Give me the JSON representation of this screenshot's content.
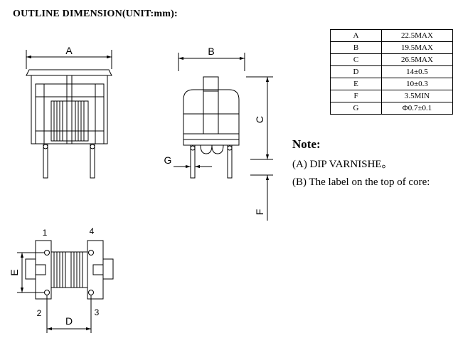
{
  "title": "OUTLINE DIMENSION(UNIT:mm):",
  "dimensions": [
    {
      "label": "A",
      "value": "22.5MAX"
    },
    {
      "label": "B",
      "value": "19.5MAX"
    },
    {
      "label": "C",
      "value": "26.5MAX"
    },
    {
      "label": "D",
      "value": "14±0.5"
    },
    {
      "label": "E",
      "value": "10±0.3"
    },
    {
      "label": "F",
      "value": "3.5MIN"
    },
    {
      "label": "G",
      "value": "Φ0.7±0.1"
    }
  ],
  "note": {
    "title": "Note:",
    "items": [
      "(A) DIP VARNISHE。",
      "(B) The label on the top of core:"
    ]
  },
  "drawing_labels": {
    "A": "A",
    "B": "B",
    "C": "C",
    "D": "D",
    "E": "E",
    "F": "F",
    "G": "G",
    "pin1": "1",
    "pin2": "2",
    "pin3": "3",
    "pin4": "4"
  }
}
